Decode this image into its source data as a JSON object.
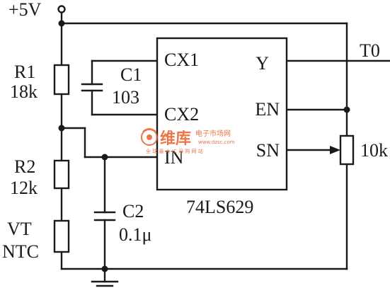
{
  "supply": {
    "label": "+5V"
  },
  "ic": {
    "part_number": "74LS629",
    "pins": {
      "cx1": "CX1",
      "cx2": "CX2",
      "in": "IN",
      "y": "Y",
      "en": "EN",
      "sn": "SN"
    }
  },
  "output": {
    "label": "T0"
  },
  "components": {
    "r1": {
      "name": "R1",
      "value": "18k"
    },
    "r2": {
      "name": "R2",
      "value": "12k"
    },
    "vt": {
      "name": "VT",
      "value": "NTC"
    },
    "c1": {
      "name": "C1",
      "value": "103"
    },
    "c2": {
      "name": "C2",
      "value": "0.1μ"
    },
    "pot": {
      "value": "10k"
    }
  },
  "watermark": {
    "brand": "维库",
    "tagline": "电子市场网",
    "url": "www.dzsc.com",
    "sub": "全 球 最 大 IC 采 购 网 站"
  },
  "colors": {
    "ink": "#1a1a1a",
    "watermark": "#e8602a"
  }
}
